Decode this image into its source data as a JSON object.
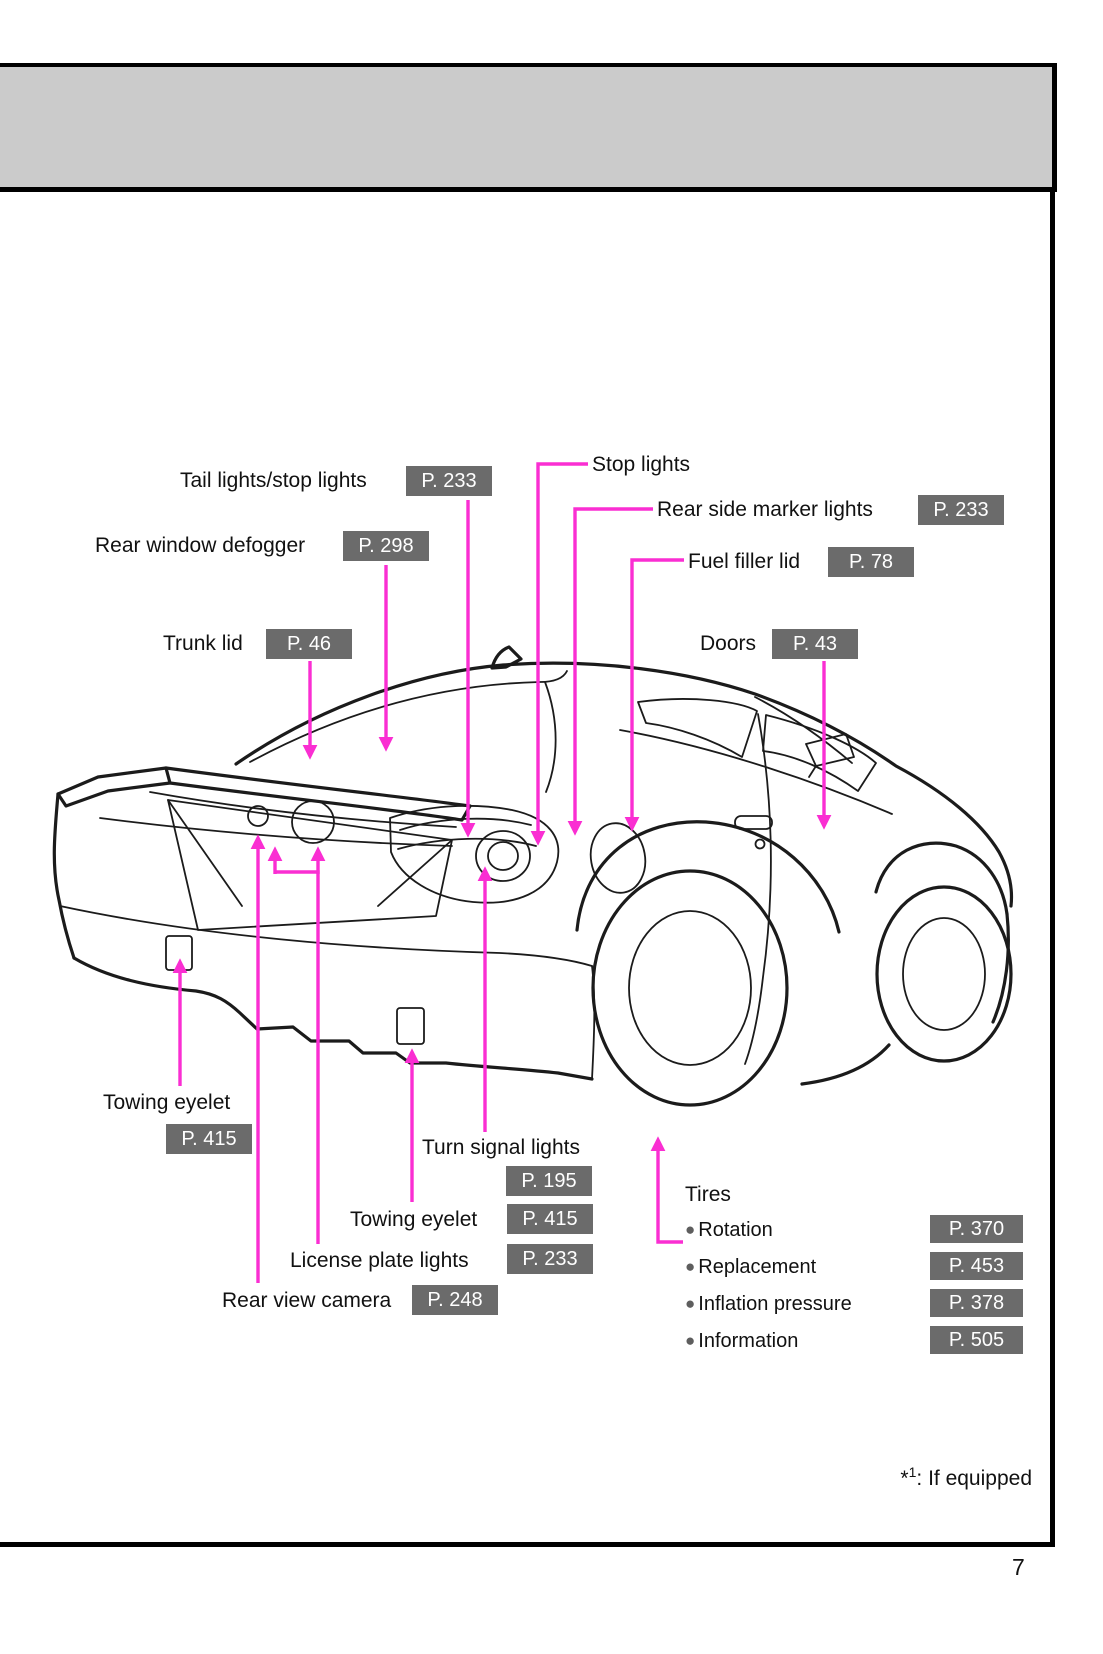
{
  "page": {
    "number": "7",
    "footnote_marker": "*",
    "footnote_sup": "1",
    "footnote_text": ": If equipped"
  },
  "colors": {
    "header_bar": "#cbcbcb",
    "page_ref_bg": "#6b6b6b",
    "page_ref_text": "#ffffff",
    "callout_line": "#fa2ed2",
    "line_art": "#1b1b1b"
  },
  "callouts": [
    {
      "id": "tail-lights-stop-lights",
      "label": "Tail lights/stop lights",
      "page": "P. 233"
    },
    {
      "id": "rear-window-defogger",
      "label": "Rear window defogger",
      "page": "P. 298"
    },
    {
      "id": "trunk-lid",
      "label": "Trunk lid",
      "page": "P. 46"
    },
    {
      "id": "stop-lights",
      "label": "Stop lights",
      "page": null
    },
    {
      "id": "rear-side-marker-lights",
      "label": "Rear side marker lights",
      "page": "P. 233"
    },
    {
      "id": "fuel-filler-lid",
      "label": "Fuel filler lid",
      "page": "P. 78"
    },
    {
      "id": "doors",
      "label": "Doors",
      "page": "P. 43"
    },
    {
      "id": "towing-eyelet-rear-left",
      "label": "Towing eyelet",
      "page": "P. 415"
    },
    {
      "id": "turn-signal-lights",
      "label": "Turn signal lights",
      "page": "P. 195"
    },
    {
      "id": "towing-eyelet-rear-center",
      "label": "Towing eyelet",
      "page": "P. 415"
    },
    {
      "id": "license-plate-lights",
      "label": "License plate lights",
      "page": "P. 233"
    },
    {
      "id": "rear-view-camera",
      "label": "Rear view camera",
      "page": "P. 248"
    }
  ],
  "tires": {
    "heading": "Tires",
    "bullet": "●",
    "items": [
      {
        "label": "Rotation",
        "page": "P. 370"
      },
      {
        "label": "Replacement",
        "page": "P. 453"
      },
      {
        "label": "Inflation pressure",
        "page": "P. 378"
      },
      {
        "label": "Information",
        "page": "P. 505"
      }
    ]
  }
}
